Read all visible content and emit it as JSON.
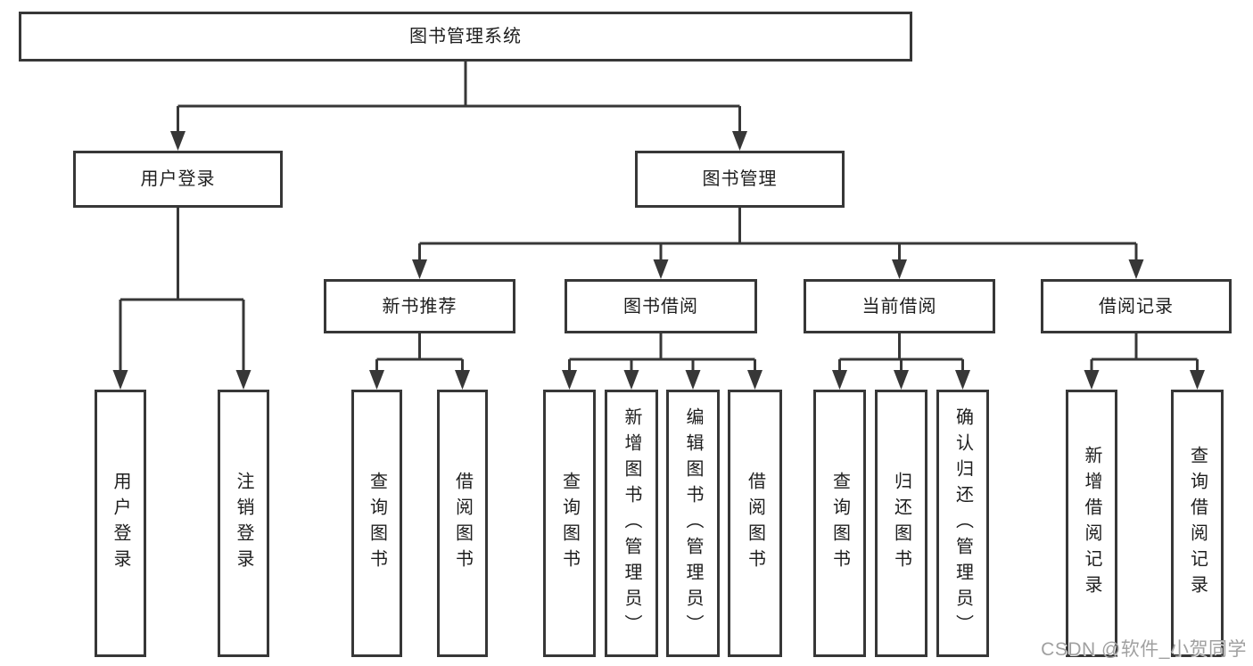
{
  "tree": {
    "root": {
      "label": "图书管理系统"
    },
    "branches": [
      {
        "label": "用户登录",
        "children": [
          {
            "label": "用户登录"
          },
          {
            "label": "注销登录"
          }
        ]
      },
      {
        "label": "图书管理",
        "modules": [
          {
            "label": "新书推荐",
            "children": [
              {
                "label": "查询图书"
              },
              {
                "label": "借阅图书"
              }
            ]
          },
          {
            "label": "图书借阅",
            "children": [
              {
                "label": "查询图书"
              },
              {
                "label": "新增图书（管理员）"
              },
              {
                "label": "编辑图书（管理员）"
              },
              {
                "label": "借阅图书"
              }
            ]
          },
          {
            "label": "当前借阅",
            "children": [
              {
                "label": "查询图书"
              },
              {
                "label": "归还图书"
              },
              {
                "label": "确认归还（管理员）"
              }
            ]
          },
          {
            "label": "借阅记录",
            "children": [
              {
                "label": "新增借阅记录"
              },
              {
                "label": "查询借阅记录"
              }
            ]
          }
        ]
      }
    ]
  },
  "watermark": {
    "text": "CSDN @软件_小贺同学"
  },
  "colors": {
    "line": "#373737",
    "box_border": "#373737",
    "text": "#1e1e1e",
    "watermark": "#a0a0a0",
    "background": "#ffffff"
  }
}
